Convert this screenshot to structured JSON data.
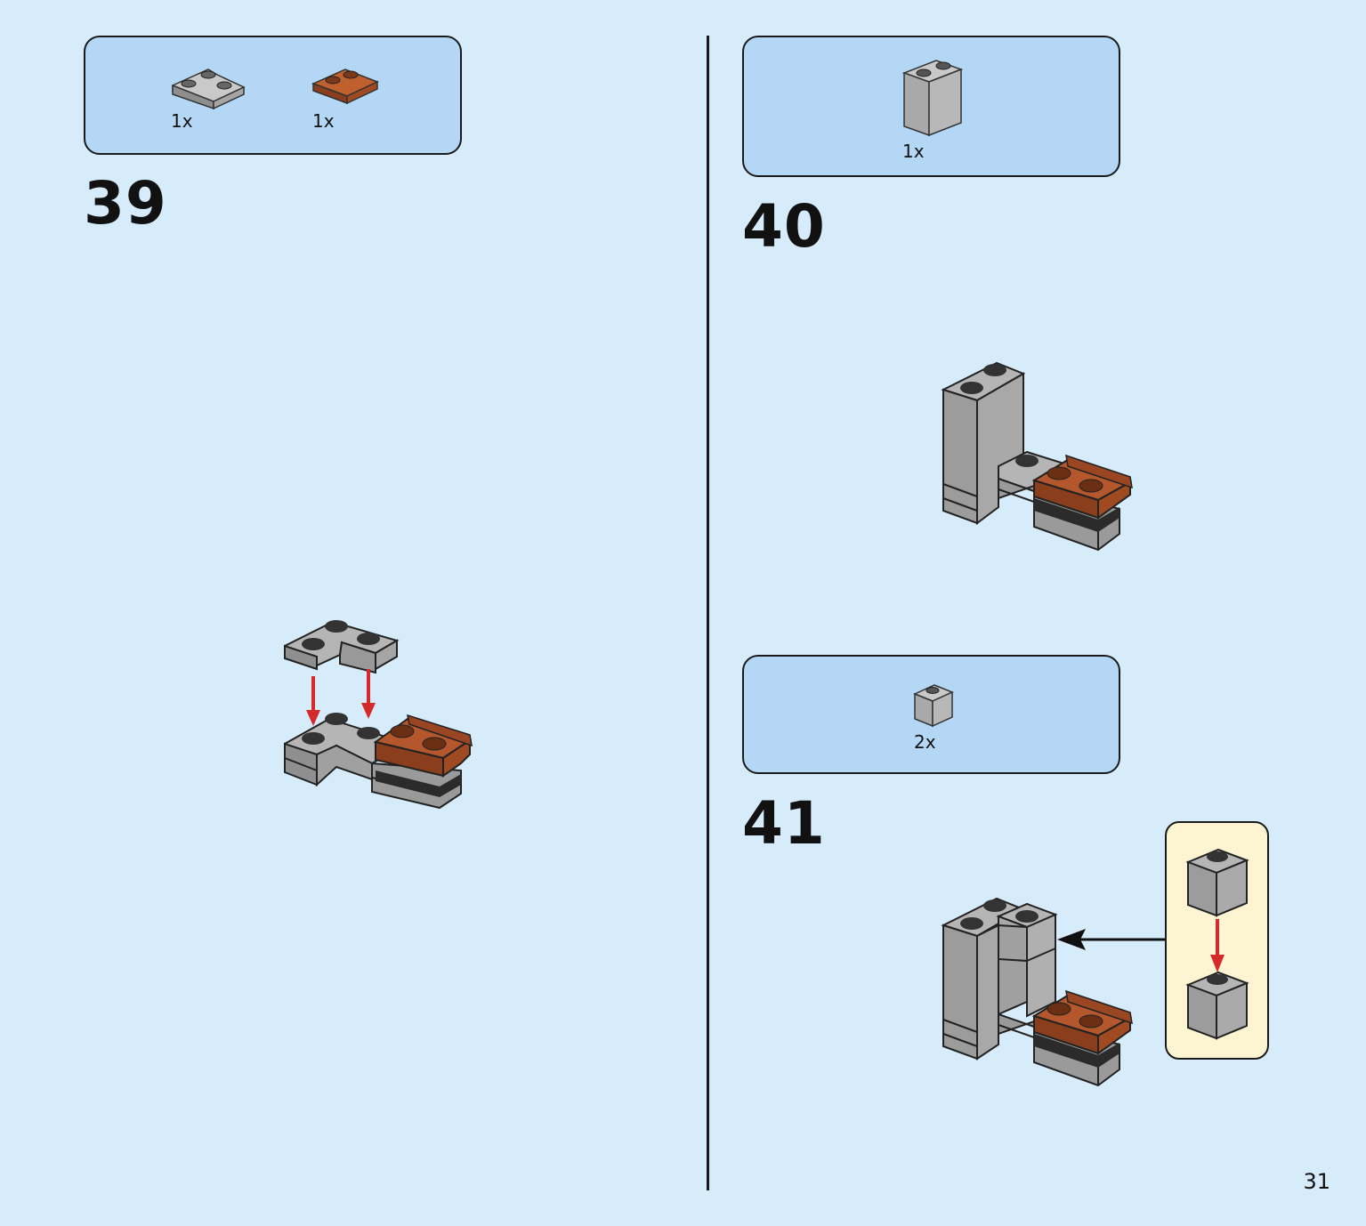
{
  "steps": [
    {
      "number": "39",
      "parts": [
        {
          "qty": "1x",
          "icon": "gray-corner-plate-icon",
          "color": "#a9a9a9"
        },
        {
          "qty": "1x",
          "icon": "brown-rail-plate-icon",
          "color": "#b4572c"
        }
      ]
    },
    {
      "number": "40",
      "parts": [
        {
          "qty": "1x",
          "icon": "gray-tall-brick-icon",
          "color": "#a9a9a9"
        }
      ]
    },
    {
      "number": "41",
      "parts": [
        {
          "qty": "2x",
          "icon": "gray-small-brick-icon",
          "color": "#a9a9a9"
        }
      ]
    }
  ],
  "page": {
    "number": "31"
  },
  "colors": {
    "background": "#d6ecfb",
    "parts_box": "#b3d7f5",
    "subassembly_box": "#fdf5d2",
    "arrow": "#d42a2a",
    "gray": "#a9a9a9",
    "brown": "#b4572c"
  }
}
